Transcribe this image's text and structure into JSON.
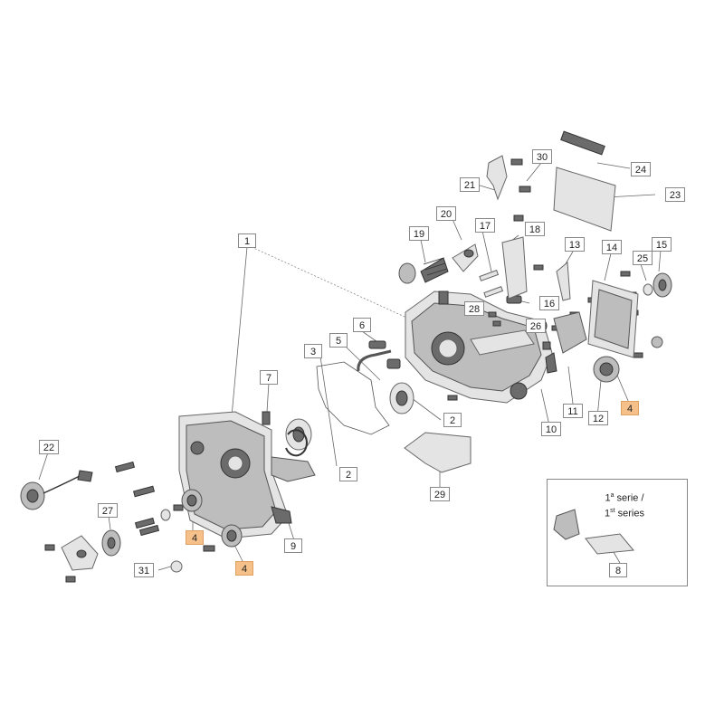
{
  "callouts": [
    {
      "id": "c1",
      "text": "1"
    },
    {
      "id": "c2a",
      "text": "2"
    },
    {
      "id": "c2b",
      "text": "2"
    },
    {
      "id": "c3",
      "text": "3"
    },
    {
      "id": "c4a",
      "text": "4"
    },
    {
      "id": "c4b",
      "text": "4"
    },
    {
      "id": "c4c",
      "text": "4"
    },
    {
      "id": "c5",
      "text": "5"
    },
    {
      "id": "c6",
      "text": "6"
    },
    {
      "id": "c7",
      "text": "7"
    },
    {
      "id": "c8",
      "text": "8"
    },
    {
      "id": "c9",
      "text": "9"
    },
    {
      "id": "c10",
      "text": "10"
    },
    {
      "id": "c11",
      "text": "11"
    },
    {
      "id": "c12",
      "text": "12"
    },
    {
      "id": "c13",
      "text": "13"
    },
    {
      "id": "c14",
      "text": "14"
    },
    {
      "id": "c15",
      "text": "15"
    },
    {
      "id": "c16",
      "text": "16"
    },
    {
      "id": "c17",
      "text": "17"
    },
    {
      "id": "c18",
      "text": "18"
    },
    {
      "id": "c19",
      "text": "19"
    },
    {
      "id": "c20",
      "text": "20"
    },
    {
      "id": "c21",
      "text": "21"
    },
    {
      "id": "c22",
      "text": "22"
    },
    {
      "id": "c23",
      "text": "23"
    },
    {
      "id": "c24",
      "text": "24"
    },
    {
      "id": "c25",
      "text": "25"
    },
    {
      "id": "c26",
      "text": "26"
    },
    {
      "id": "c27",
      "text": "27"
    },
    {
      "id": "c28",
      "text": "28"
    },
    {
      "id": "c29",
      "text": "29"
    },
    {
      "id": "c30",
      "text": "30"
    },
    {
      "id": "c31",
      "text": "31"
    }
  ],
  "highlight_color": "#f6c08a",
  "inset": {
    "series_it": "1",
    "series_it_sup": "a",
    "series_it_word": "serie /",
    "series_en": "1",
    "series_en_sup": "st",
    "series_en_word": "series"
  }
}
